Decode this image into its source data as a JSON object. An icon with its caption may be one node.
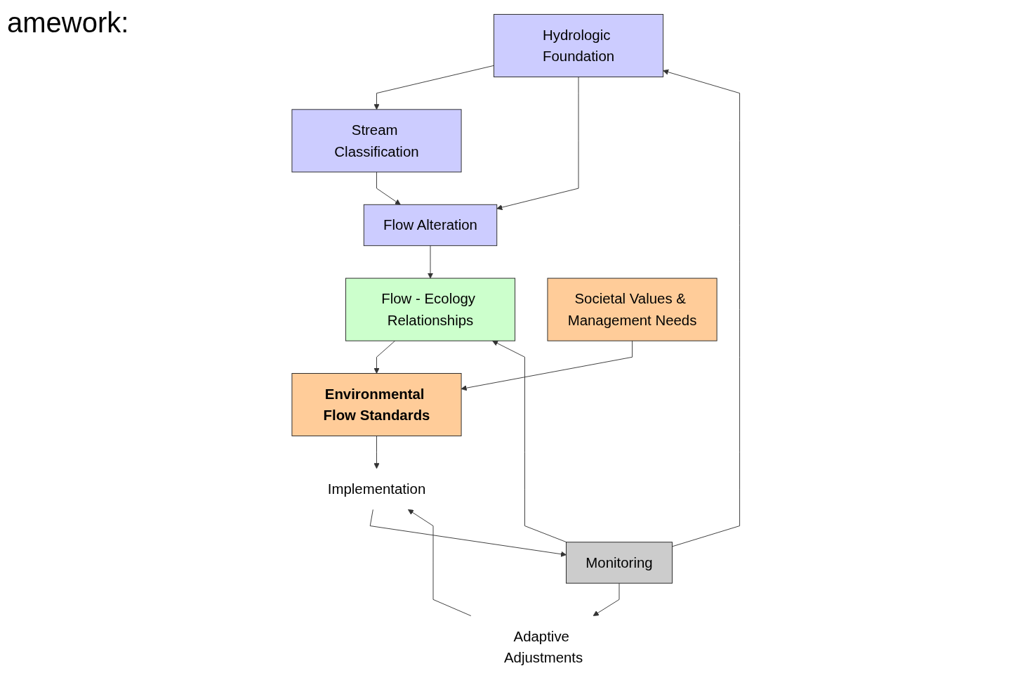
{
  "diagram": {
    "nodes": [
      {
        "text": [
          "Hydrologic Foundation"
        ]
      },
      {
        "text": [
          "Stream Classification"
        ]
      },
      {
        "text": [
          "Flow Alteration"
        ]
      },
      {
        "text": [
          "Monitoring"
        ]
      },
      {
        "text": [
          "Flow - Ecology Relationships"
        ]
      },
      {
        "text": [
          "Environmental Flow Standards"
        ]
      },
      {
        "text": [
          "Societal Values & Management Needs"
        ]
      },
      {
        "text": [
          "Implementation"
        ]
      },
      {
        "text": [
          "Adaptive Adjustments"
        ]
      }
    ],
    "edges": [
      {
        "from": 0,
        "to": 1,
        "arrow": "to"
      },
      {
        "from": 0,
        "to": 2,
        "arrow": "to"
      },
      {
        "from": 1,
        "to": 2,
        "arrow": "to"
      },
      {
        "from": 3,
        "to": 0,
        "arrow": "to"
      },
      {
        "from": 3,
        "to": 4,
        "arrow": "to"
      },
      {
        "from": 2,
        "to": 4,
        "arrow": "to"
      },
      {
        "from": 4,
        "to": 5,
        "arrow": "to"
      },
      {
        "from": 6,
        "to": 5,
        "arrow": "to"
      },
      {
        "from": 5,
        "to": 7,
        "arrow": "to"
      },
      {
        "from": 8,
        "to": 7,
        "arrow": "to"
      },
      {
        "from": 7,
        "to": 3,
        "arrow": "to"
      },
      {
        "from": 3,
        "to": 8,
        "arrow": "to"
      }
    ],
    "labels": [
      "amework:"
    ]
  }
}
